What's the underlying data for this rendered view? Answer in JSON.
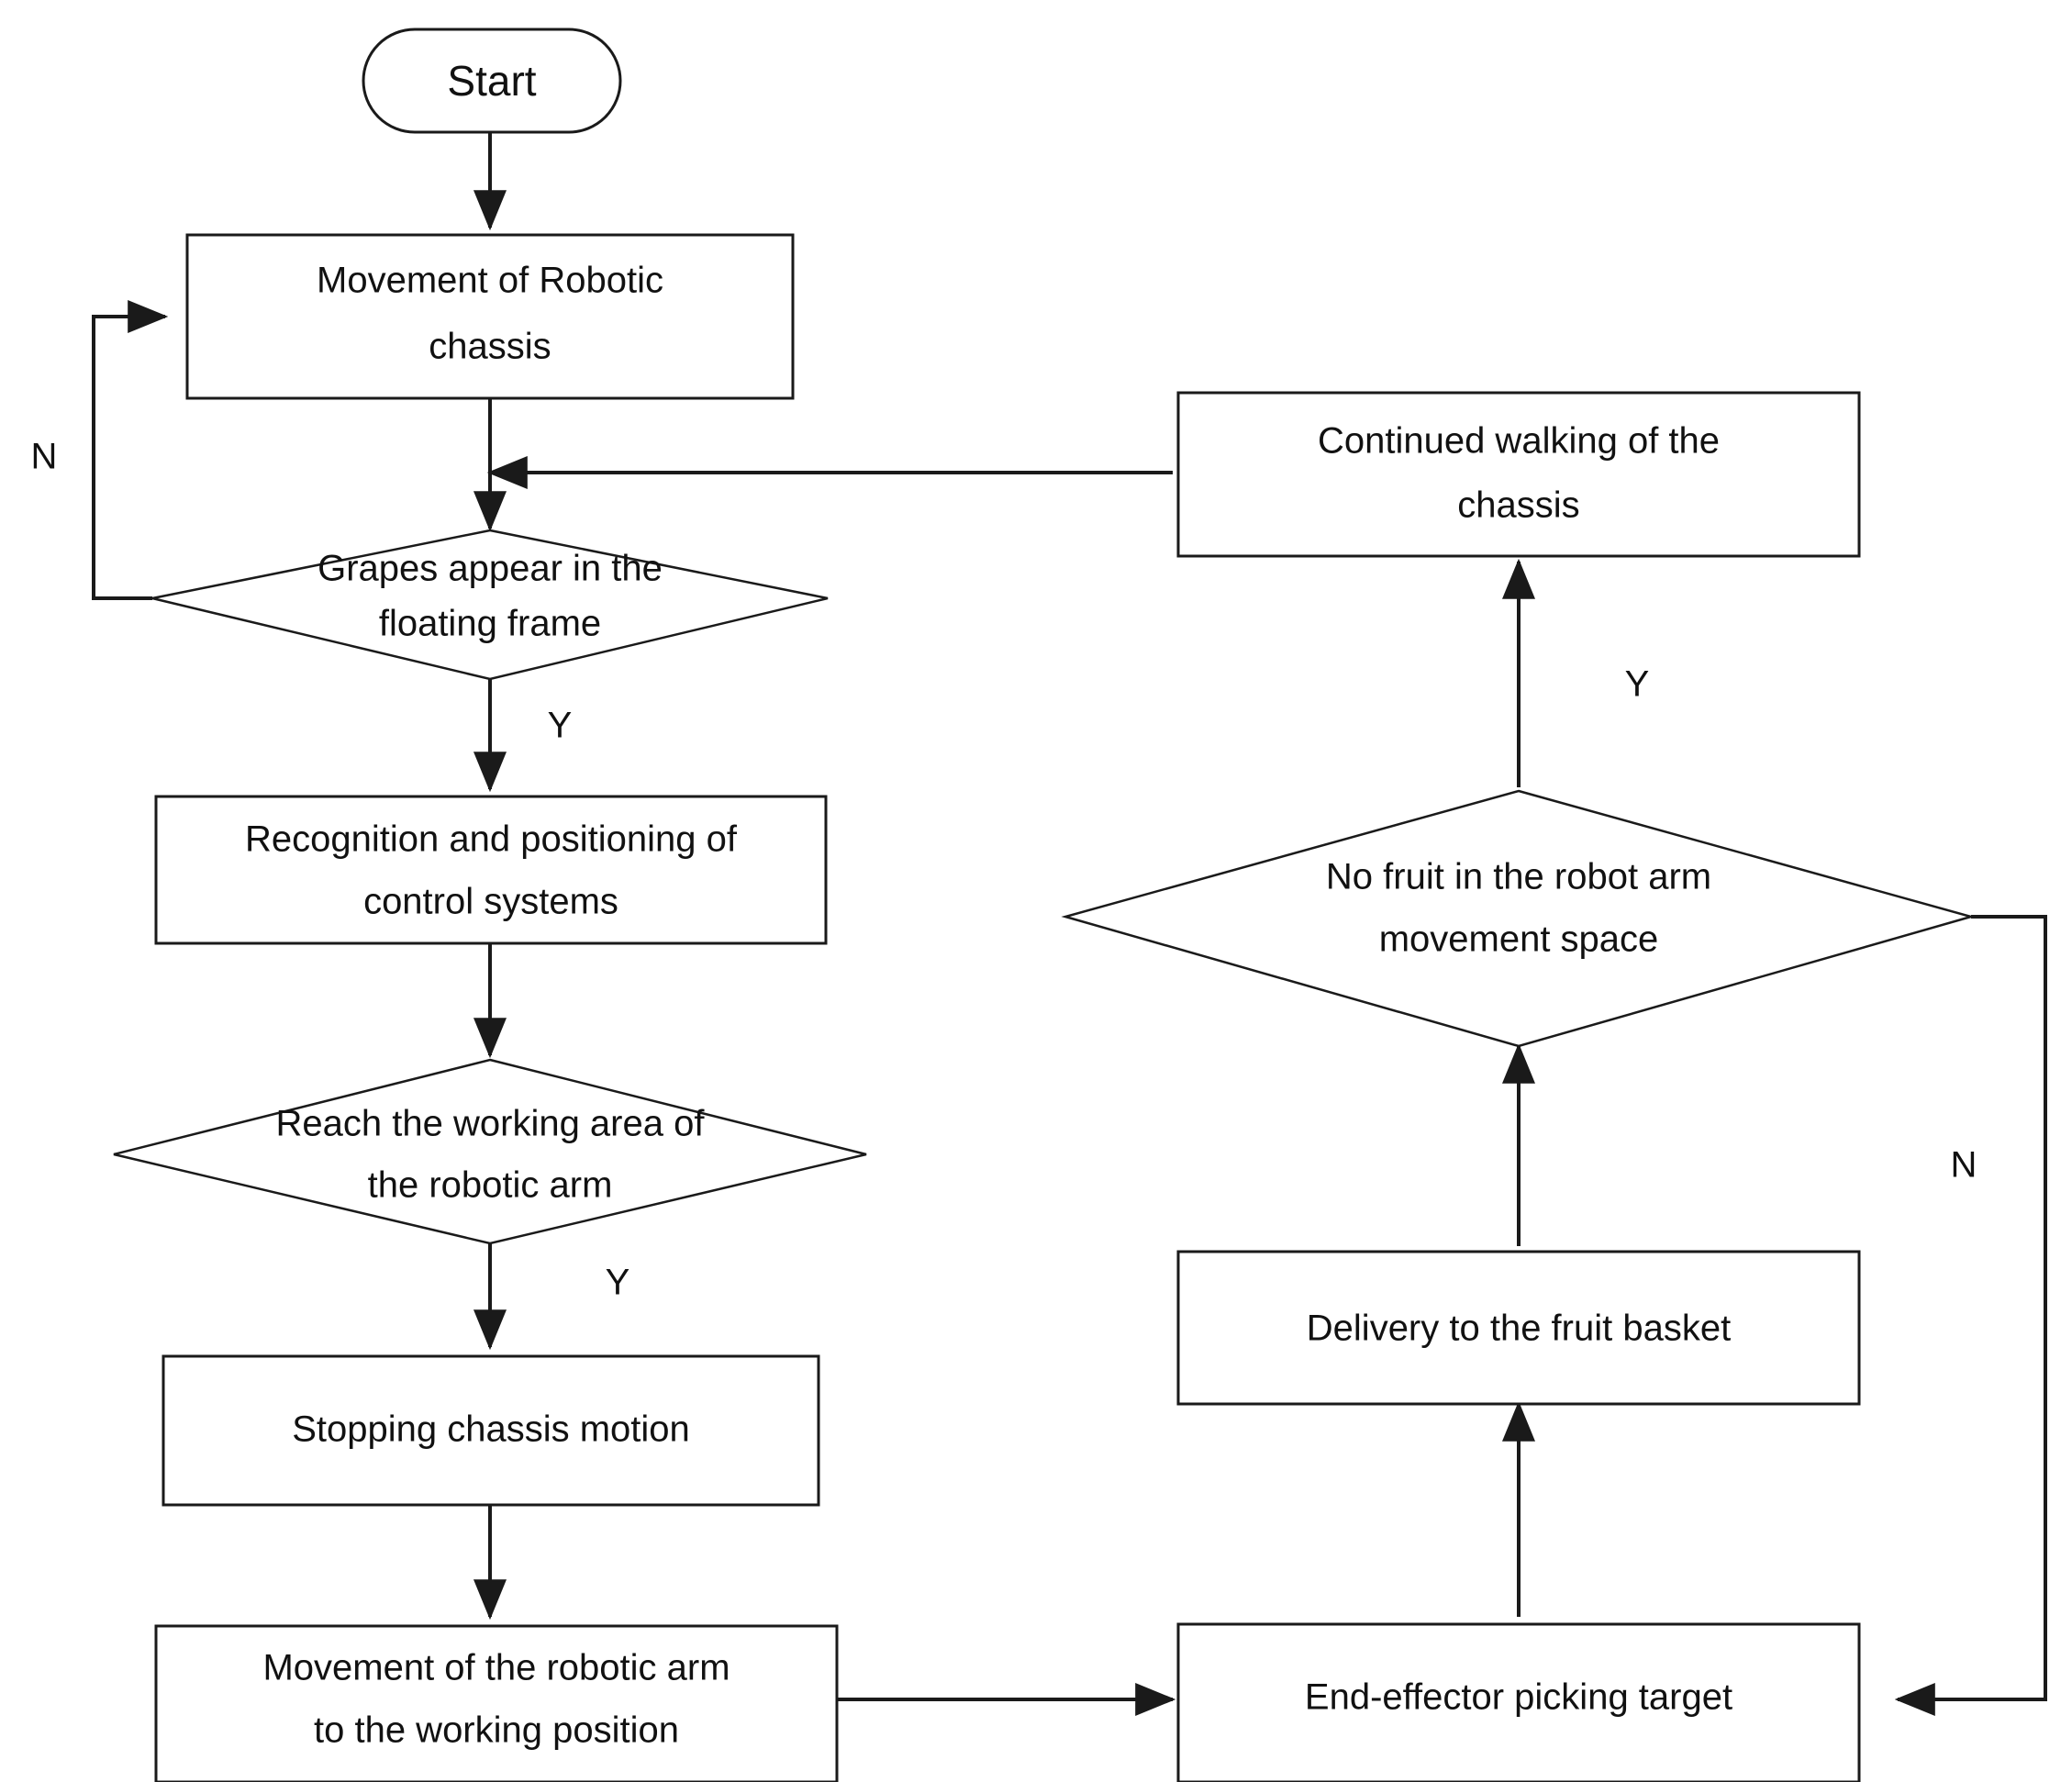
{
  "diagram": {
    "type": "flowchart",
    "title": "Grape harvesting robot control flowchart",
    "colors": {
      "stroke": "#1a1a1a",
      "fill": "#ffffff",
      "text": "#111111",
      "background": "#ffffff"
    },
    "nodes": {
      "start": {
        "shape": "terminator",
        "label": "Start"
      },
      "chassis_movement": {
        "shape": "process",
        "line1": "Movement of Robotic",
        "line2": "chassis"
      },
      "grapes_check": {
        "shape": "decision",
        "line1": "Grapes appear in the",
        "line2": "floating frame"
      },
      "recognition": {
        "shape": "process",
        "line1": "Recognition and positioning of",
        "line2": "control systems"
      },
      "reach_area": {
        "shape": "decision",
        "line1": "Reach the working area of",
        "line2": "the robotic arm"
      },
      "stop_chassis": {
        "shape": "process",
        "line1": "Stopping chassis motion",
        "line2": ""
      },
      "arm_movement": {
        "shape": "process",
        "line1": "Movement of  the robotic arm",
        "line2": "to the working position"
      },
      "continued_walking": {
        "shape": "process",
        "line1": "Continued walking of the",
        "line2": "chassis"
      },
      "no_fruit_check": {
        "shape": "decision",
        "line1": "No fruit in the robot arm",
        "line2": "movement space"
      },
      "delivery": {
        "shape": "process",
        "line1": "Delivery to the fruit basket",
        "line2": ""
      },
      "end_effector": {
        "shape": "process",
        "line1": "End-effector picking target",
        "line2": ""
      }
    },
    "branch_labels": {
      "grapes_no": "N",
      "grapes_yes": "Y",
      "reach_yes": "Y",
      "no_fruit_yes": "Y",
      "no_fruit_no": "N"
    },
    "edges": [
      {
        "from": "start",
        "to": "chassis_movement",
        "label": ""
      },
      {
        "from": "chassis_movement",
        "to": "grapes_check",
        "label": ""
      },
      {
        "from": "grapes_check",
        "to": "chassis_movement",
        "label": "N"
      },
      {
        "from": "grapes_check",
        "to": "recognition",
        "label": "Y"
      },
      {
        "from": "recognition",
        "to": "reach_area",
        "label": ""
      },
      {
        "from": "reach_area",
        "to": "stop_chassis",
        "label": "Y"
      },
      {
        "from": "stop_chassis",
        "to": "arm_movement",
        "label": ""
      },
      {
        "from": "arm_movement",
        "to": "end_effector",
        "label": ""
      },
      {
        "from": "end_effector",
        "to": "delivery",
        "label": ""
      },
      {
        "from": "delivery",
        "to": "no_fruit_check",
        "label": ""
      },
      {
        "from": "no_fruit_check",
        "to": "continued_walking",
        "label": "Y"
      },
      {
        "from": "no_fruit_check",
        "to": "end_effector",
        "label": "N"
      },
      {
        "from": "continued_walking",
        "to": "grapes_check",
        "label": ""
      }
    ]
  }
}
